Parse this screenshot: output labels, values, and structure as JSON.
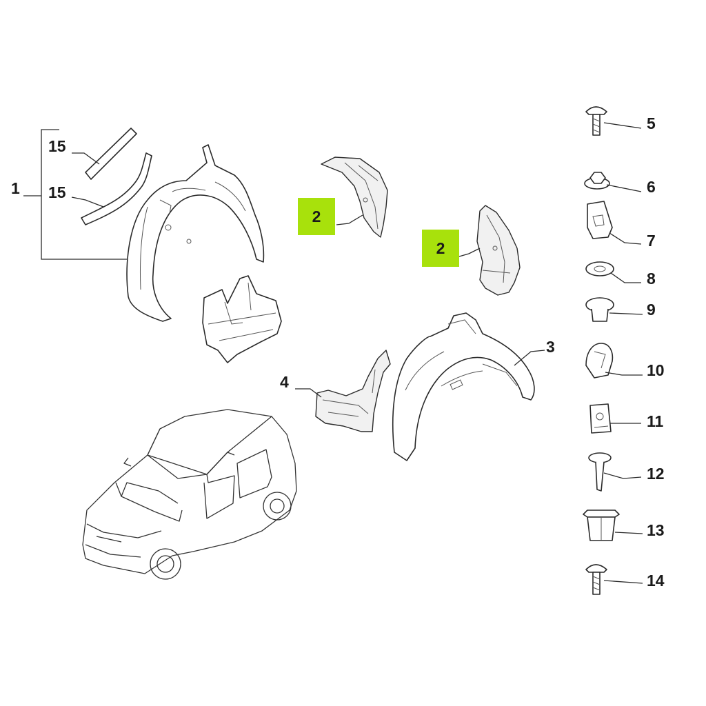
{
  "callouts": {
    "c1": "1",
    "c15a": "15",
    "c15b": "15",
    "c2a": "2",
    "c2b": "2",
    "c3": "3",
    "c4": "4",
    "c5": "5",
    "c6": "6",
    "c7": "7",
    "c8": "8",
    "c9": "9",
    "c10": "10",
    "c11": "11",
    "c12": "12",
    "c13": "13",
    "c14": "14"
  },
  "colors": {
    "highlight": "#a8e10c",
    "line": "#2a2a2a"
  }
}
